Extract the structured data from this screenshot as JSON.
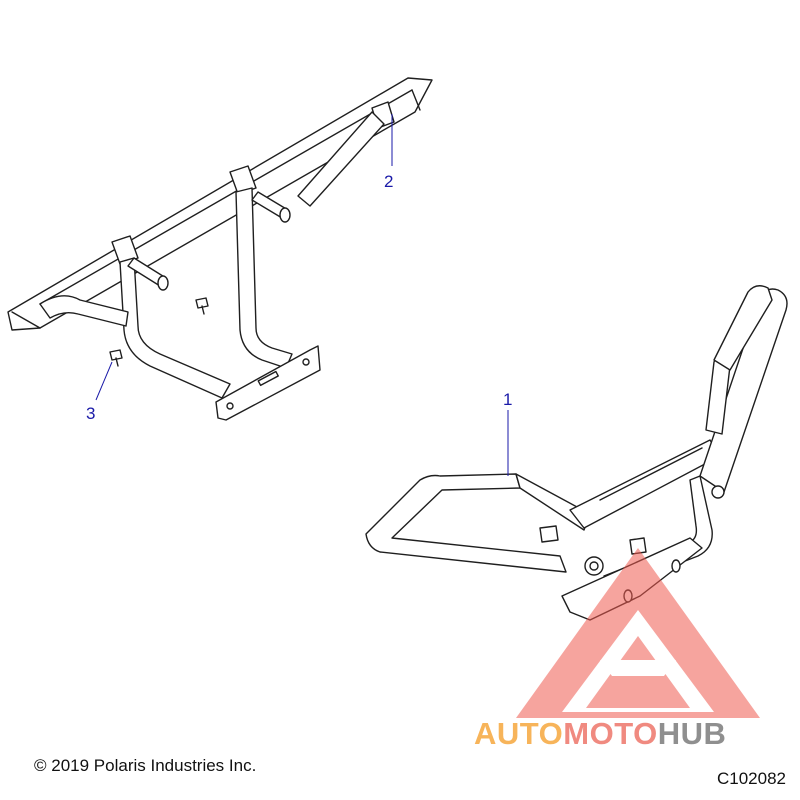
{
  "callouts": {
    "part1": "1",
    "part2": "2",
    "part3": "3"
  },
  "copyright": "© 2019 Polaris Industries Inc.",
  "drawing_id": "C102082",
  "watermark": {
    "part1": "AUTO",
    "part2": "MOTO",
    "part3": "HUB",
    "colors": {
      "auto": "#f7b45a",
      "moto": "#f08a80",
      "hub": "#8f8f8f",
      "logo": "#ef5a50"
    }
  },
  "colors": {
    "line": "#1f1f1f",
    "callout": "#1a1aa8",
    "background": "#ffffff"
  }
}
